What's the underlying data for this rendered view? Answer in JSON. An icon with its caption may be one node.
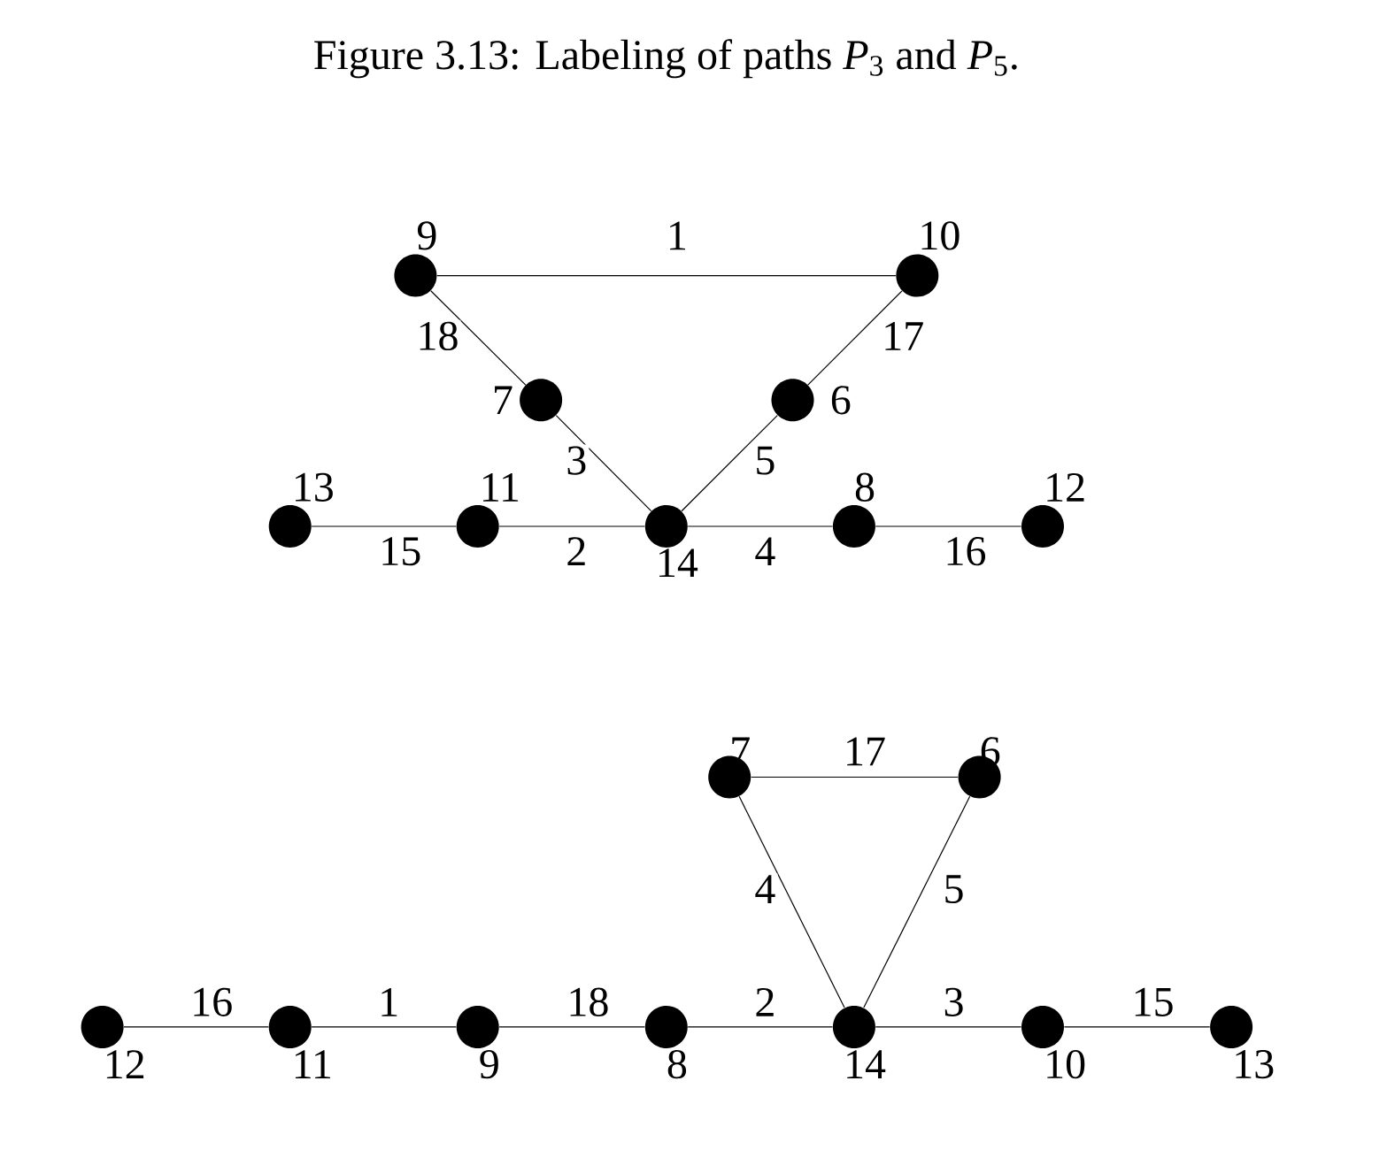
{
  "diagram": {
    "caption": "Figure 3.13:  Labeling of paths *P*$_{3}$ and *P*$_{5}$.",
    "nodes": [
      {
        "text": [],
        "shape": "circle",
        "beside": [
          "9"
        ]
      },
      {
        "text": [],
        "shape": "circle",
        "beside": [
          "10"
        ]
      },
      {
        "text": [],
        "shape": "circle",
        "beside": [
          "7"
        ]
      },
      {
        "text": [],
        "shape": "circle",
        "beside": [
          "6"
        ]
      },
      {
        "text": [],
        "shape": "circle",
        "beside": [
          "13"
        ]
      },
      {
        "text": [],
        "shape": "circle",
        "beside": [
          "11"
        ]
      },
      {
        "text": [],
        "shape": "circle",
        "beside": [
          "14"
        ]
      },
      {
        "text": [],
        "shape": "circle",
        "beside": [
          "8"
        ]
      },
      {
        "text": [],
        "shape": "circle",
        "beside": [
          "12"
        ]
      },
      {
        "text": [],
        "shape": "circle",
        "beside": [
          "7"
        ]
      },
      {
        "text": [],
        "shape": "circle",
        "beside": [
          "6"
        ]
      },
      {
        "text": [],
        "shape": "circle",
        "beside": [
          "12"
        ]
      },
      {
        "text": [],
        "shape": "circle",
        "beside": [
          "11"
        ]
      },
      {
        "text": [],
        "shape": "circle",
        "beside": [
          "9"
        ]
      },
      {
        "text": [],
        "shape": "circle",
        "beside": [
          "8"
        ]
      },
      {
        "text": [],
        "shape": "circle",
        "beside": [
          "14"
        ]
      },
      {
        "text": [],
        "shape": "circle",
        "beside": [
          "10"
        ]
      },
      {
        "text": [],
        "shape": "circle",
        "beside": [
          "13"
        ]
      }
    ],
    "edges": [
      {
        "from": 0,
        "to": 1,
        "arrow": "none",
        "label": "1"
      },
      {
        "from": 0,
        "to": 2,
        "arrow": "none",
        "label": "18"
      },
      {
        "from": 1,
        "to": 3,
        "arrow": "none",
        "label": "17"
      },
      {
        "from": 2,
        "to": 6,
        "arrow": "none",
        "label": "3"
      },
      {
        "from": 3,
        "to": 6,
        "arrow": "none",
        "label": "5"
      },
      {
        "from": 4,
        "to": 5,
        "arrow": "none",
        "label": "15"
      },
      {
        "from": 5,
        "to": 6,
        "arrow": "none",
        "label": "2"
      },
      {
        "from": 6,
        "to": 7,
        "arrow": "none",
        "label": "4"
      },
      {
        "from": 7,
        "to": 8,
        "arrow": "none",
        "label": "16"
      },
      {
        "from": 9,
        "to": 10,
        "arrow": "none",
        "label": "17"
      },
      {
        "from": 9,
        "to": 15,
        "arrow": "none",
        "label": "4"
      },
      {
        "from": 10,
        "to": 15,
        "arrow": "none",
        "label": "5"
      },
      {
        "from": 11,
        "to": 12,
        "arrow": "none",
        "label": "16"
      },
      {
        "from": 12,
        "to": 13,
        "arrow": "none",
        "label": "1"
      },
      {
        "from": 13,
        "to": 14,
        "arrow": "none",
        "label": "18"
      },
      {
        "from": 14,
        "to": 15,
        "arrow": "none",
        "label": "2"
      },
      {
        "from": 15,
        "to": 16,
        "arrow": "none",
        "label": "3"
      },
      {
        "from": 16,
        "to": 17,
        "arrow": "none",
        "label": "15"
      }
    ]
  }
}
